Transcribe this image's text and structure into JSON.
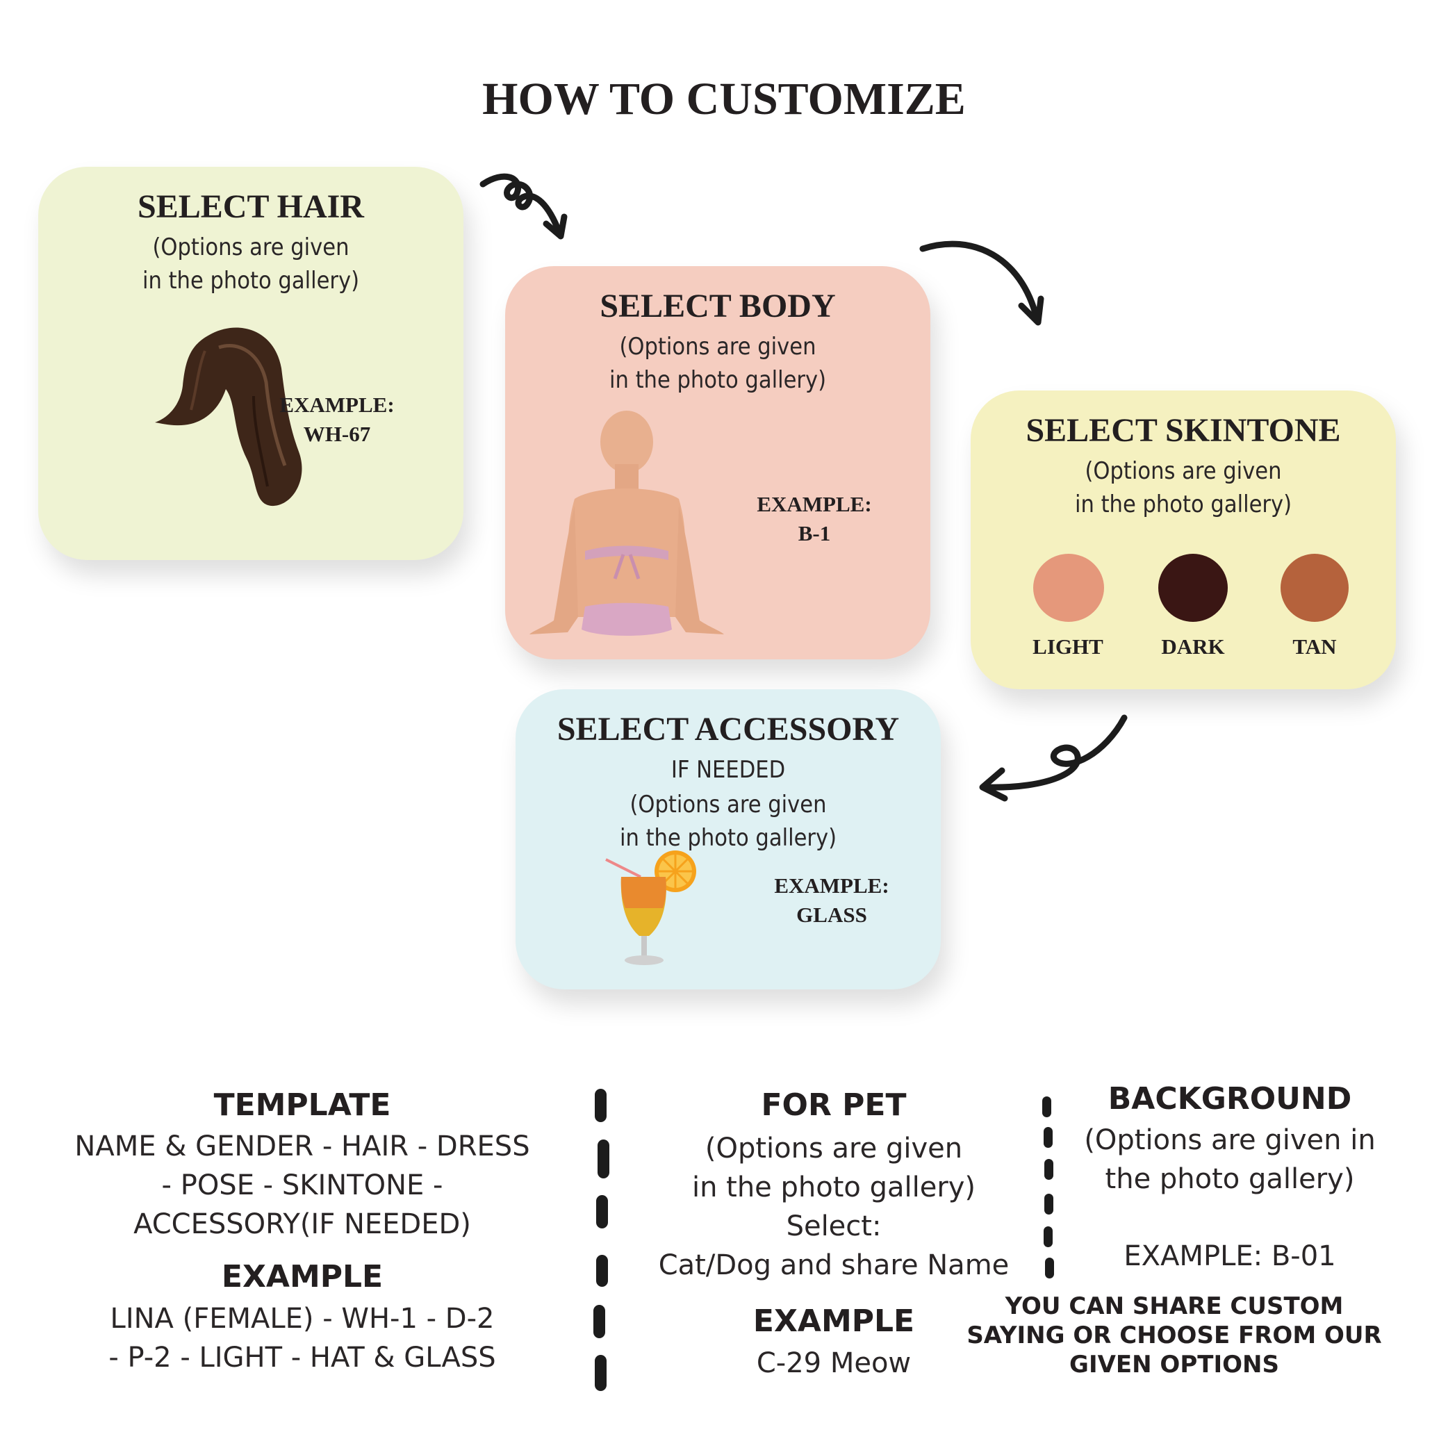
{
  "title": "HOW TO CUSTOMIZE",
  "colors": {
    "hair_card": "#eff3d3",
    "body_card": "#f5cdc0",
    "skin_card": "#f5f1c0",
    "accessory_card": "#dff1f3",
    "ink": "#231f20"
  },
  "cards": {
    "hair": {
      "title": "SELECT HAIR",
      "sub1": "(Options are given",
      "sub2": "in the photo gallery)",
      "example_label": "EXAMPLE:",
      "example_value": "WH-67",
      "illustration": "long-hair-illustration"
    },
    "body": {
      "title": "SELECT BODY",
      "sub1": "(Options are given",
      "sub2": "in the photo gallery)",
      "example_label": "EXAMPLE:",
      "example_value": "B-1",
      "illustration": "seated-body-illustration"
    },
    "skintone": {
      "title": "SELECT SKINTONE",
      "sub1": "(Options are given",
      "sub2": "in the photo gallery)",
      "swatches": [
        {
          "label": "LIGHT",
          "color": "#e5987b"
        },
        {
          "label": "DARK",
          "color": "#3a1614"
        },
        {
          "label": "TAN",
          "color": "#b5623c"
        }
      ]
    },
    "accessory": {
      "title": "SELECT ACCESSORY",
      "note": "IF NEEDED",
      "sub1": "(Options are given",
      "sub2": "in the photo gallery)",
      "example_label": "EXAMPLE:",
      "example_value": "GLASS",
      "illustration": "cocktail-glass-illustration"
    }
  },
  "bottom": {
    "template": {
      "heading": "TEMPLATE",
      "line1": "NAME & GENDER - HAIR - DRESS",
      "line2": "- POSE - SKINTONE -",
      "line3": "ACCESSORY(IF NEEDED)",
      "example_heading": "EXAMPLE",
      "example_line1": "LINA (FEMALE) - WH-1 - D-2",
      "example_line2": "- P-2 - LIGHT - HAT & GLASS"
    },
    "pet": {
      "heading": "FOR PET",
      "line1": "(Options are given",
      "line2": "in the photo gallery)",
      "line3": "Select:",
      "line4": "Cat/Dog and share Name",
      "example_heading": "EXAMPLE",
      "example_value": "C-29 Meow"
    },
    "background": {
      "heading": "BACKGROUND",
      "line1": "(Options are given in",
      "line2": "the photo gallery)",
      "example": "EXAMPLE: B-01",
      "note1": "YOU CAN SHARE CUSTOM",
      "note2": "SAYING OR CHOOSE FROM OUR",
      "note3": "GIVEN OPTIONS"
    }
  }
}
